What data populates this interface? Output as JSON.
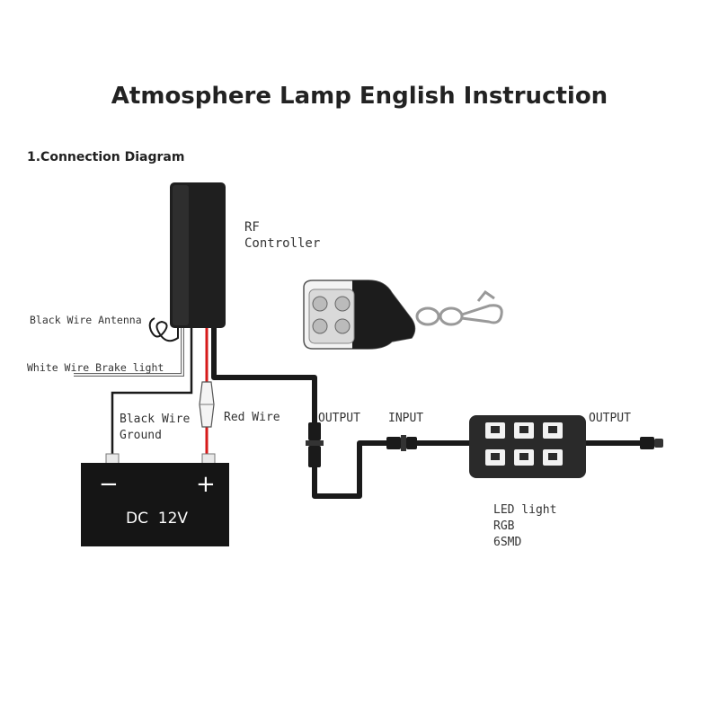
{
  "title": "Atmosphere Lamp English Instruction",
  "section": "1.Connection Diagram",
  "controller": {
    "label_line1": "RF",
    "label_line2": "Controller"
  },
  "wires": {
    "antenna": "Black Wire Antenna",
    "brake": "White Wire Brake light",
    "ground_line1": "Black Wire",
    "ground_line2": "Ground",
    "red": "Red Wire"
  },
  "connectors": {
    "output_left": "OUTPUT",
    "input": "INPUT",
    "output_right": "OUTPUT"
  },
  "battery": {
    "minus": "−",
    "plus": "+",
    "text": "DC  12V"
  },
  "led": {
    "line1": "LED light",
    "line2": "RGB",
    "line3": "6SMD"
  },
  "colors": {
    "cable": "#1a1a1a",
    "red_wire": "#d61a1a",
    "white_wire": "#e0e0e0",
    "controller_body": "#1f1f1f",
    "battery_body": "#151515"
  }
}
